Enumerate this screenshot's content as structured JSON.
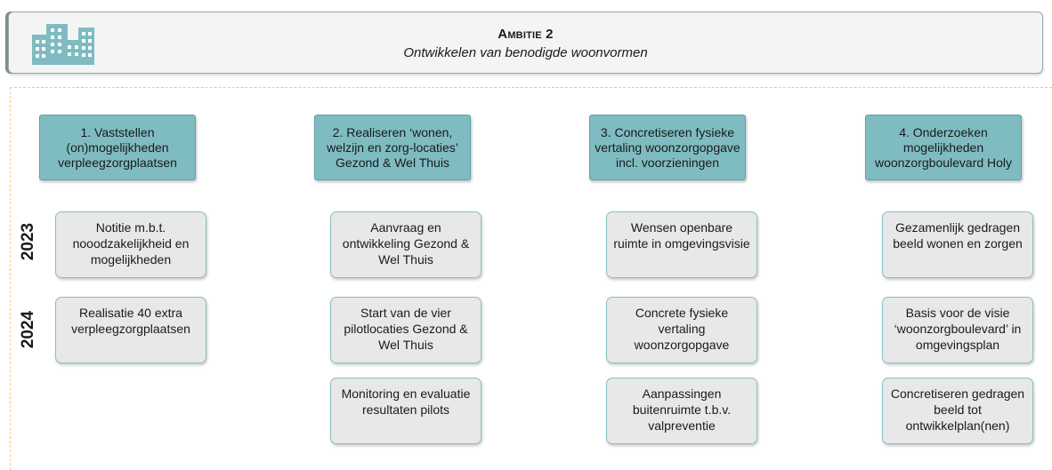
{
  "header": {
    "icon": "buildings-icon",
    "title": "Ambitie 2",
    "subtitle": "Ontwikkelen van benodigde woonvormen"
  },
  "years": [
    "2023",
    "2024"
  ],
  "columns": [
    {
      "title": "1. Vaststellen (on)mogelijkheden verpleegzorgplaatsen",
      "cards": [
        "Notitie m.b.t. nooodzakelijkheid en mogelijkheden",
        "Realisatie 40 extra verpleegzorgplaatsen"
      ]
    },
    {
      "title": "2. Realiseren ‘wonen, welzijn en zorg-locaties’ Gezond & Wel Thuis",
      "cards": [
        "Aanvraag en ontwikkeling Gezond & Wel Thuis",
        "Start van de vier pilotlocaties Gezond & Wel Thuis",
        "Monitoring en evaluatie resultaten pilots"
      ]
    },
    {
      "title": "3. Concretiseren fysieke vertaling woonzorgopgave incl. voorzieningen",
      "cards": [
        "Wensen openbare ruimte in omgevingsvisie",
        "Concrete fysieke vertaling woonzorgopgave",
        "Aanpassingen buitenruimte t.b.v. valpreventie"
      ]
    },
    {
      "title": "4. Onderzoeken mogelijkheden woonzorgboulevard Holy",
      "cards": [
        "Gezamenlijk gedragen beeld wonen en zorgen",
        "Basis voor de visie ‘woonzorgboulevard’ in omgevingsplan",
        "Concretiseren gedragen beeld tot ontwikkelplan(nen)"
      ]
    }
  ]
}
